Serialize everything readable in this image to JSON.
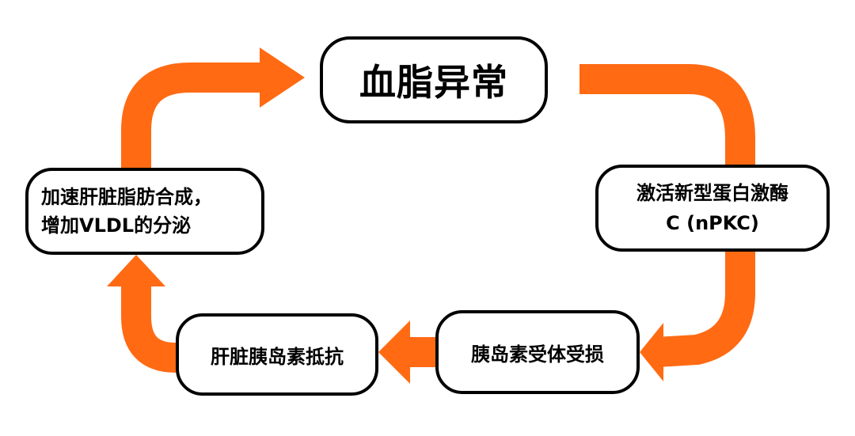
{
  "colors": {
    "arrow": "#FF6A13",
    "border": "#000000",
    "box_fill": "#FFFFFF",
    "text": "#000000"
  },
  "nodes": {
    "top": "血脂异常",
    "right": "激活新型蛋白激酶\nC (nPKC)",
    "bottom_right": "胰岛素受体受损",
    "bottom_left": "肝脏胰岛素抵抗",
    "left": "加速肝脏脂肪合成，\n增加VLDL的分泌"
  },
  "edges": [
    {
      "from": "top",
      "to": "right"
    },
    {
      "from": "right",
      "to": "bottom_right"
    },
    {
      "from": "bottom_right",
      "to": "bottom_left"
    },
    {
      "from": "bottom_left",
      "to": "left"
    },
    {
      "from": "left",
      "to": "top"
    }
  ]
}
